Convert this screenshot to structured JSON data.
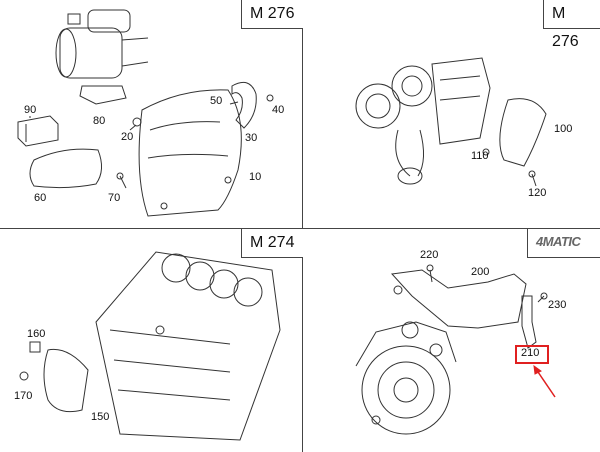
{
  "quadrants": {
    "top_left": {
      "engine": "M 276",
      "labels": [
        "90",
        "80",
        "20",
        "60",
        "70",
        "50",
        "40",
        "30",
        "10"
      ]
    },
    "top_right": {
      "engine": "M 276",
      "labels": [
        "100",
        "110",
        "120"
      ]
    },
    "bottom_left": {
      "engine": "M 274",
      "labels": [
        "160",
        "170",
        "150"
      ]
    },
    "bottom_right": {
      "badge": "4MATIC",
      "labels": [
        "220",
        "200",
        "230",
        "210"
      ],
      "highlighted": "210"
    }
  },
  "colors": {
    "highlight": "#e02020",
    "line": "#444444"
  }
}
